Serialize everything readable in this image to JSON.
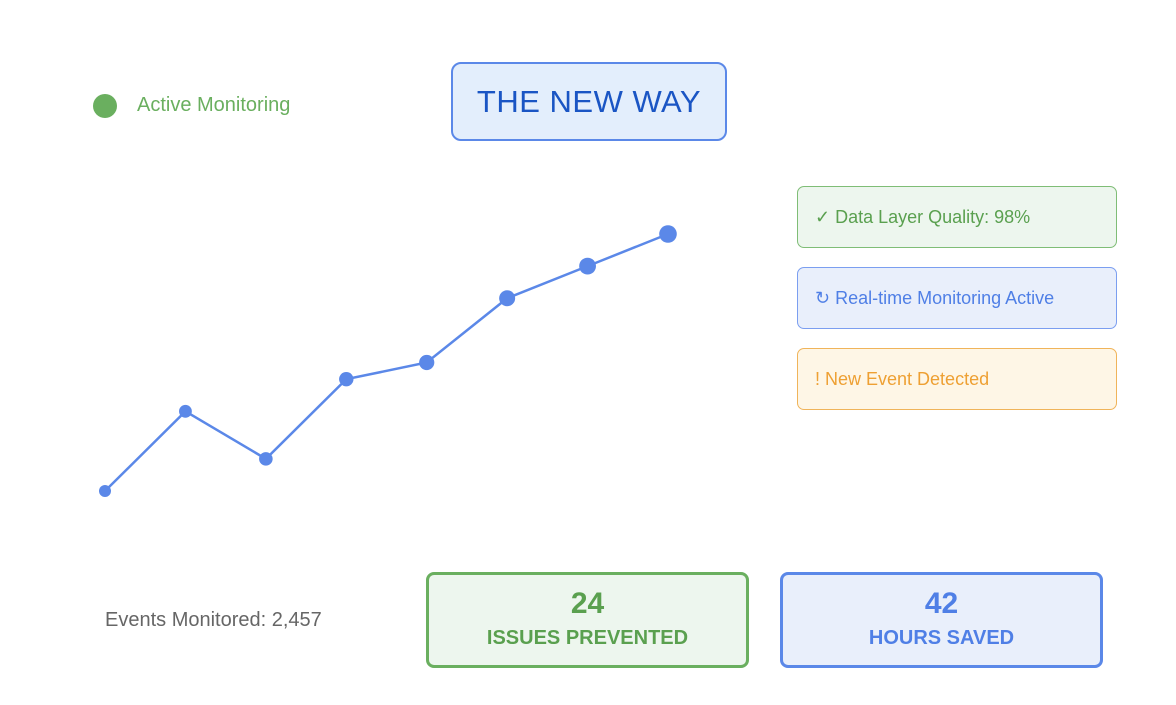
{
  "legend": {
    "label": "Active Monitoring",
    "color": "#6aaf5f"
  },
  "title": "THE NEW WAY",
  "statuses": [
    {
      "icon": "check-icon",
      "text": "✓ Data Layer Quality: 98%"
    },
    {
      "icon": "refresh-icon",
      "text": "↻ Real-time Monitoring Active"
    },
    {
      "icon": "alert-icon",
      "text": "! New Event Detected"
    }
  ],
  "events_monitored": "Events Monitored: 2,457",
  "stats": [
    {
      "value": "24",
      "label": "ISSUES PREVENTED"
    },
    {
      "value": "42",
      "label": "HOURS SAVED"
    }
  ],
  "chart_data": {
    "type": "line",
    "x": [
      1,
      2,
      3,
      4,
      5,
      6,
      7,
      8
    ],
    "values": [
      0,
      31,
      12.5,
      43.5,
      50,
      75,
      87.5,
      100
    ],
    "ylim": [
      0,
      100
    ],
    "color": "#5b88e8",
    "grid": false
  }
}
